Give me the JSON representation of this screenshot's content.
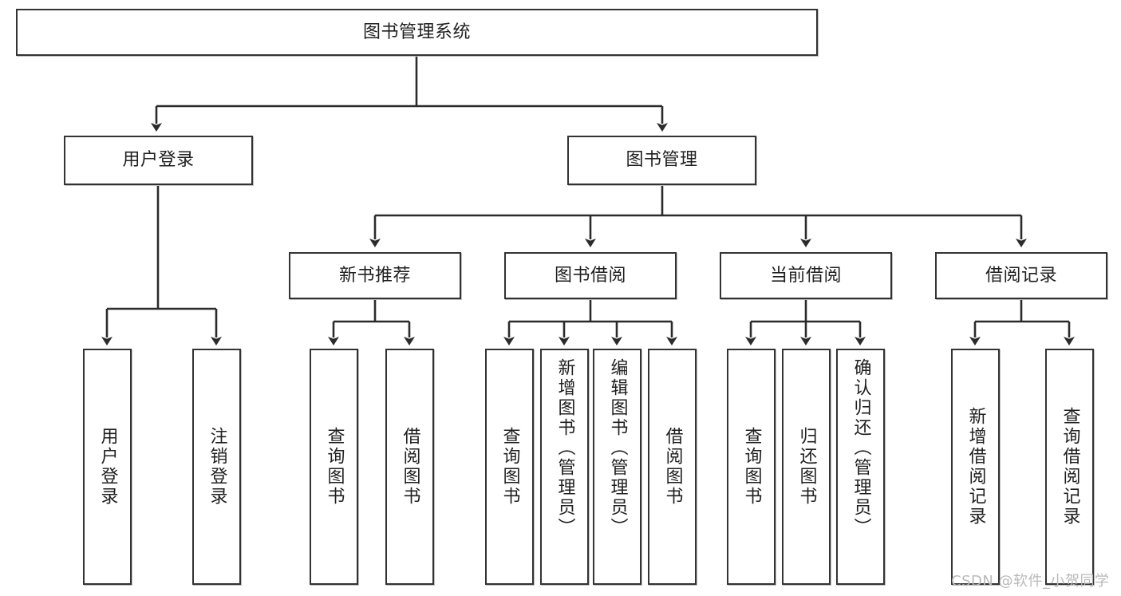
{
  "diagram": {
    "type": "tree-hierarchy",
    "title": "图书管理系统",
    "root": {
      "label": "图书管理系统"
    },
    "level1": [
      {
        "id": "user-login",
        "label": "用户登录"
      },
      {
        "id": "book-management",
        "label": "图书管理"
      }
    ],
    "level2": [
      {
        "id": "new-book-recommend",
        "label": "新书推荐",
        "parent": "book-management"
      },
      {
        "id": "book-borrow",
        "label": "图书借阅",
        "parent": "book-management"
      },
      {
        "id": "current-borrow",
        "label": "当前借阅",
        "parent": "book-management"
      },
      {
        "id": "borrow-record",
        "label": "借阅记录",
        "parent": "book-management"
      }
    ],
    "leaves": {
      "user_login": [
        {
          "id": "leaf-user-login",
          "label": "用户登录"
        },
        {
          "id": "leaf-logout",
          "label": "注销登录"
        }
      ],
      "new_book_recommend": [
        {
          "id": "leaf-query-book-1",
          "label": "查询图书"
        },
        {
          "id": "leaf-borrow-book-1",
          "label": "借阅图书"
        }
      ],
      "book_borrow": [
        {
          "id": "leaf-query-book-2",
          "label": "查询图书"
        },
        {
          "id": "leaf-add-book",
          "label": "新增图书（管理员）"
        },
        {
          "id": "leaf-edit-book",
          "label": "编辑图书（管理员）"
        },
        {
          "id": "leaf-borrow-book-2",
          "label": "借阅图书"
        }
      ],
      "current_borrow": [
        {
          "id": "leaf-query-book-3",
          "label": "查询图书"
        },
        {
          "id": "leaf-return-book",
          "label": "归还图书"
        },
        {
          "id": "leaf-confirm-return",
          "label": "确认归还（管理员）"
        }
      ],
      "borrow_record": [
        {
          "id": "leaf-add-record",
          "label": "新增借阅记录"
        },
        {
          "id": "leaf-query-record",
          "label": "查询借阅记录"
        }
      ]
    }
  },
  "watermark": {
    "text": "CSDN @软件_小贺同学"
  },
  "colors": {
    "box_border": "#333333",
    "box_fill": "#ffffff",
    "edge": "#2b2b2b",
    "text": "#1f1f1f",
    "watermark": "#b9b9b9",
    "shadow": "#bdbdbd"
  }
}
